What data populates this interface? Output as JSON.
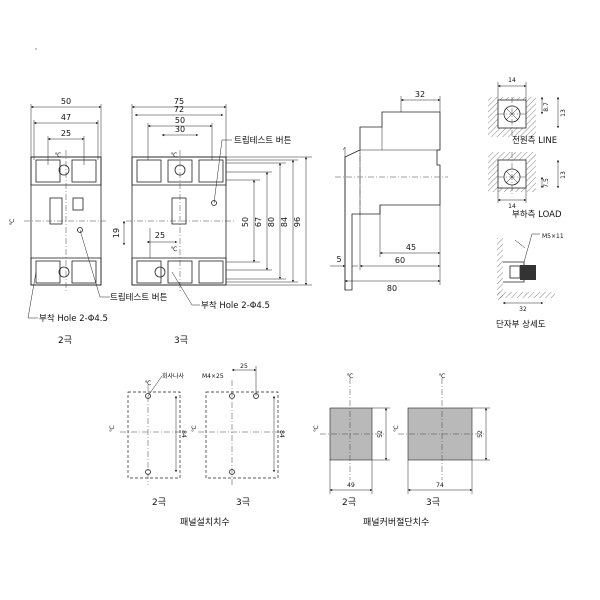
{
  "labels": {
    "trip_test_button_3p": "트립테스트 버튼",
    "trip_test_button_2p": "트립테스트 버튼",
    "mount_hole_2p": "부착 Hole 2-Φ4.5",
    "mount_hole_3p": "부착 Hole 2-Φ4.5",
    "pole_2p_front": "2극",
    "pole_3p_front": "3극",
    "line_side": "전원측 LINE",
    "load_side": "부하측 LOAD",
    "terminal_detail": "단자부 상세도",
    "terminal_screw": "M5×11",
    "panel_install_caption": "패널설치치수",
    "panel_cover_caption": "패널커버절단치수",
    "tapping_screw": "회사나사",
    "screw_m4": "M4×25",
    "pole_2p_install": "2극",
    "pole_3p_install": "3극",
    "pole_2p_cover": "2극",
    "pole_3p_cover": "3극"
  },
  "dims": {
    "w50_2p": "50",
    "w47": "47",
    "w25_2p": "25",
    "h19": "19",
    "w75": "75",
    "w72": "72",
    "w50_3p": "50",
    "w30": "30",
    "w25_3p": "25",
    "h50": "50",
    "h67": "67",
    "h80": "80",
    "h84": "84",
    "h96": "96",
    "side32": "32",
    "side45": "45",
    "side60": "60",
    "side80": "80",
    "side5": "5",
    "line14": "14",
    "line87": "8.7",
    "line13": "13",
    "load75": "7.5",
    "load13": "13",
    "load14": "14",
    "term32": "32",
    "inst84_2p": "84",
    "inst25": "25",
    "inst84_3p": "84",
    "cov52_2p": "52",
    "cov49": "49",
    "cov52_3p": "52",
    "cov74": "74"
  }
}
